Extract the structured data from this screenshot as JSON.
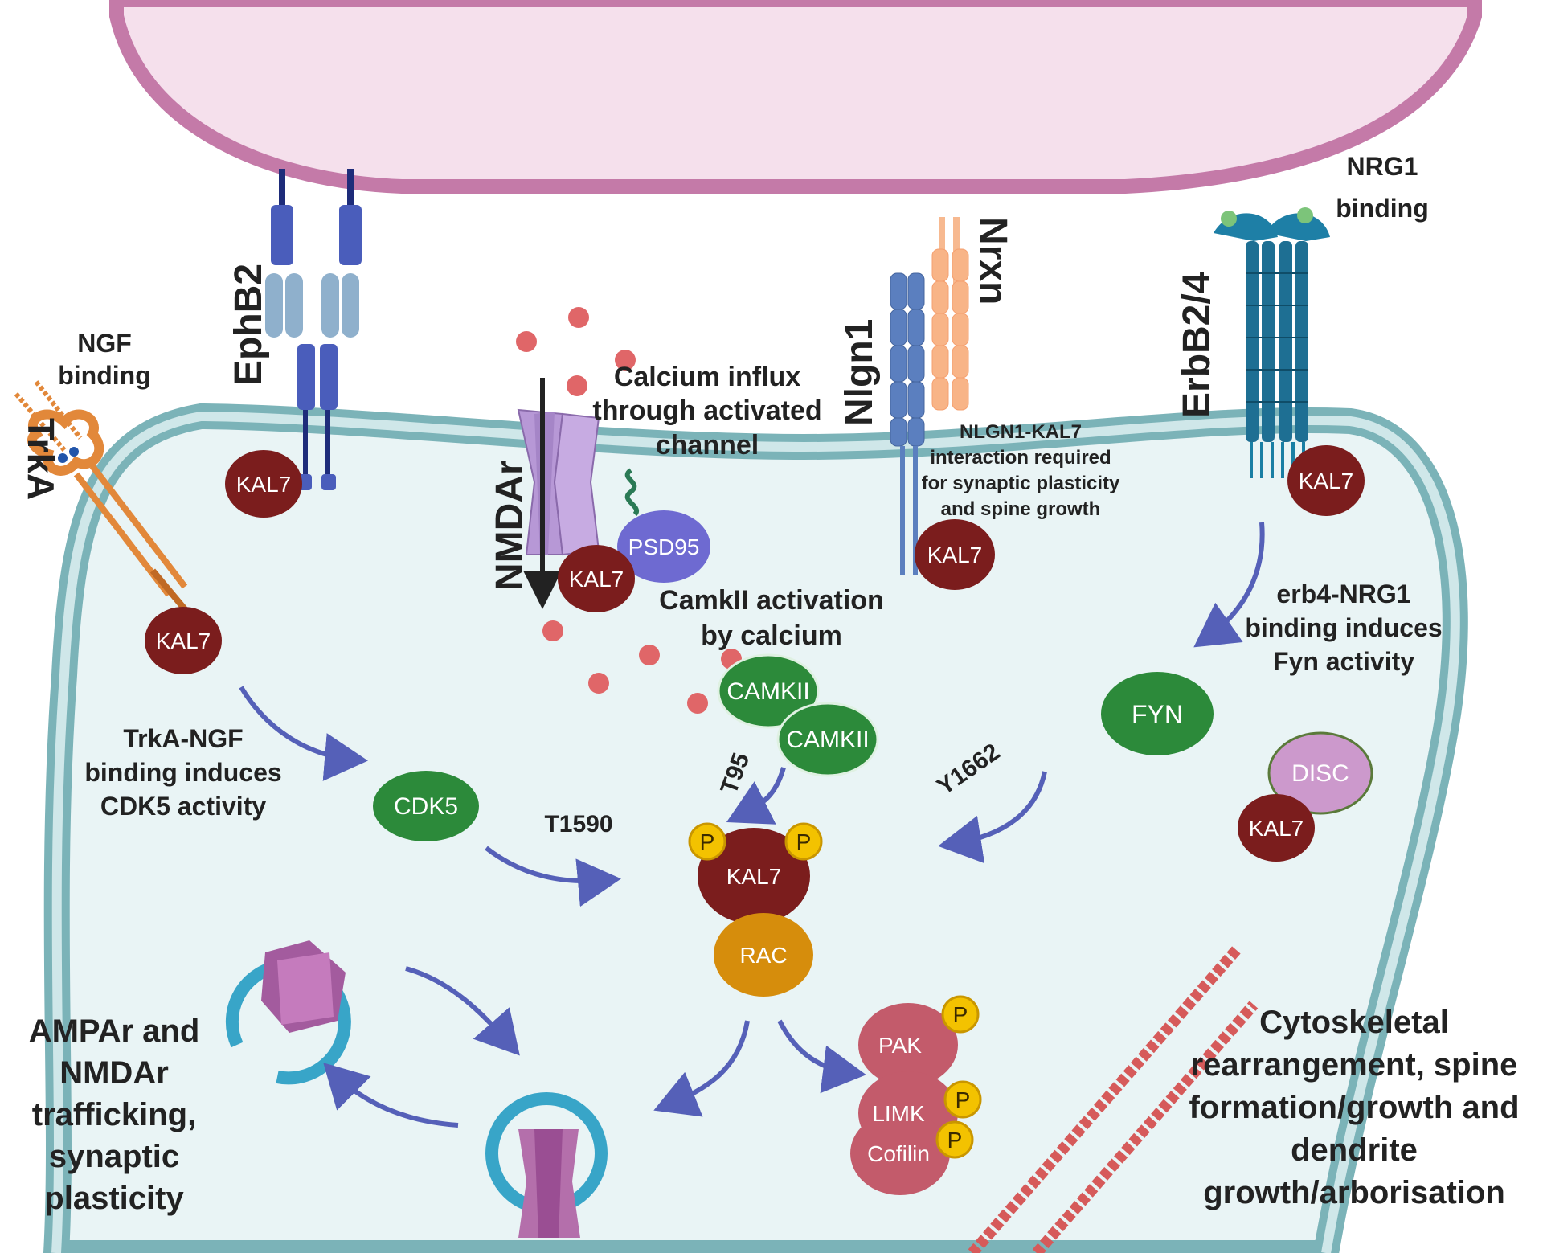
{
  "colors": {
    "presynaptic_fill": "#f5e0ec",
    "presynaptic_membrane": "#c47aa8",
    "spine_membrane": "#7bb3b8",
    "kal7": "#7b1d1d",
    "kinase_green": "#2c8a3a",
    "rac": "#d68d0c",
    "pak_limk_cofilin": "#c35b6b",
    "phosphate": "#f3c200",
    "psd95": "#6e6ad1",
    "disc": "#cc99cc",
    "arrow": "#5560b8"
  },
  "receptors": {
    "ephb2": "EphB2",
    "trka": "TrkA",
    "nmdar": "NMDAr",
    "nlgn1": "Nlgn1",
    "nrxn": "Nrxn",
    "erbb": "ErbB2/4"
  },
  "molecules": {
    "kal7": "KAL7",
    "psd95": "PSD95",
    "camkii": "CAMKII",
    "cdk5": "CDK5",
    "fyn": "FYN",
    "disc": "DISC",
    "rac": "RAC",
    "pak": "PAK",
    "limk": "LIMK",
    "cofilin": "Cofilin",
    "p": "P"
  },
  "annotations": {
    "ngf_binding": [
      "NGF",
      "binding"
    ],
    "nrg1_binding": [
      "NRG1",
      "binding"
    ],
    "calcium_influx": [
      "Calcium influx",
      "through activated",
      "channel"
    ],
    "nlgn1_kal7": [
      "NLGN1-KAL7",
      "interaction required",
      "for synaptic plasticity",
      "and spine growth"
    ],
    "camkii_activation": [
      "CamkII activation",
      "by calcium"
    ],
    "erb4_nrg1": [
      "erb4-NRG1",
      "binding induces",
      "Fyn activity"
    ],
    "trka_ngf": [
      "TrkA-NGF",
      "binding induces",
      "CDK5 activity"
    ],
    "t1590": "T1590",
    "t95": "T95",
    "y1662": "Y1662",
    "trafficking": [
      "AMPAr and",
      "NMDAr",
      "trafficking,",
      "synaptic",
      "plasticity"
    ],
    "cytoskeletal": [
      "Cytoskeletal",
      "rearrangement, spine",
      "formation/growth and",
      "dendrite",
      "growth/arborisation"
    ]
  }
}
